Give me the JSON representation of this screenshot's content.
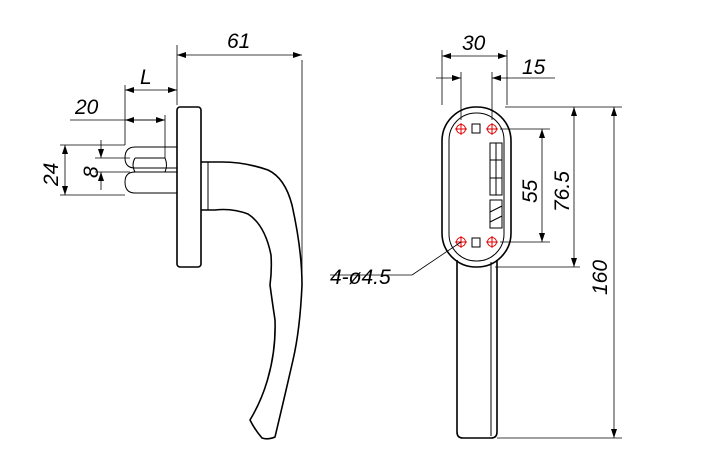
{
  "dimensions": {
    "overall_depth": "61",
    "spindle_length": "L",
    "spindle_offset": "20",
    "rose_height": "24",
    "spindle_square": "8",
    "rose_width": "30",
    "hole_offset": "15",
    "hole_spacing": "55",
    "rose_length": "76.5",
    "overall_length": "160",
    "mounting_holes": "4-ø4.5"
  },
  "colors": {
    "line": "#000000",
    "hole_marker": "#e00000"
  }
}
